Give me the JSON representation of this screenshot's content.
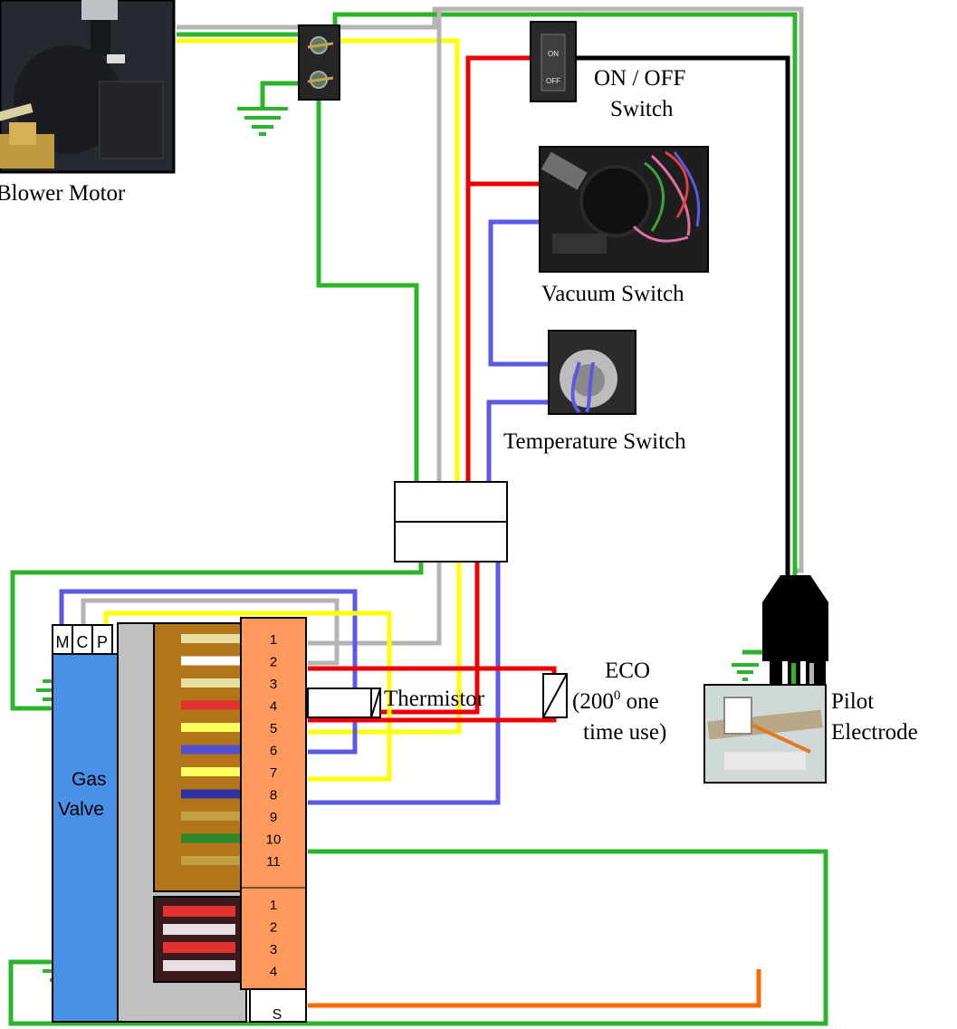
{
  "components": {
    "blower_motor": "Blower Motor",
    "on_off_switch": [
      "ON / OFF",
      "Switch"
    ],
    "vacuum_switch": "Vacuum Switch",
    "temperature_switch": "Temperature Switch",
    "gas_valve": [
      "Gas",
      "Valve"
    ],
    "valve_tabs": [
      "M",
      "C",
      "P"
    ],
    "thermistor": "Thermistor",
    "eco": [
      "ECO",
      "(200",
      "0",
      " one",
      "time use)"
    ],
    "pilot_electrode": [
      "Pilot",
      "Electrode"
    ],
    "sensor_label": "S",
    "rocker_on": "ON",
    "rocker_off": "OFF"
  },
  "terminal_block_a": [
    "1",
    "2",
    "3",
    "4",
    "5",
    "6",
    "7",
    "8",
    "9",
    "10",
    "11"
  ],
  "terminal_block_b": [
    "1",
    "2",
    "3",
    "4"
  ],
  "wire_colors": {
    "green": "#2cb52c",
    "gray": "#b4b4b4",
    "yellow": "#ffff00",
    "red": "#ee0000",
    "blue": "#5a5ae6",
    "black": "#000000",
    "orange": "#ff6a00",
    "terminal_block": "#ff9a5c",
    "gas_valve": "#4a90e6",
    "valve_body": "#c0c0c0"
  }
}
